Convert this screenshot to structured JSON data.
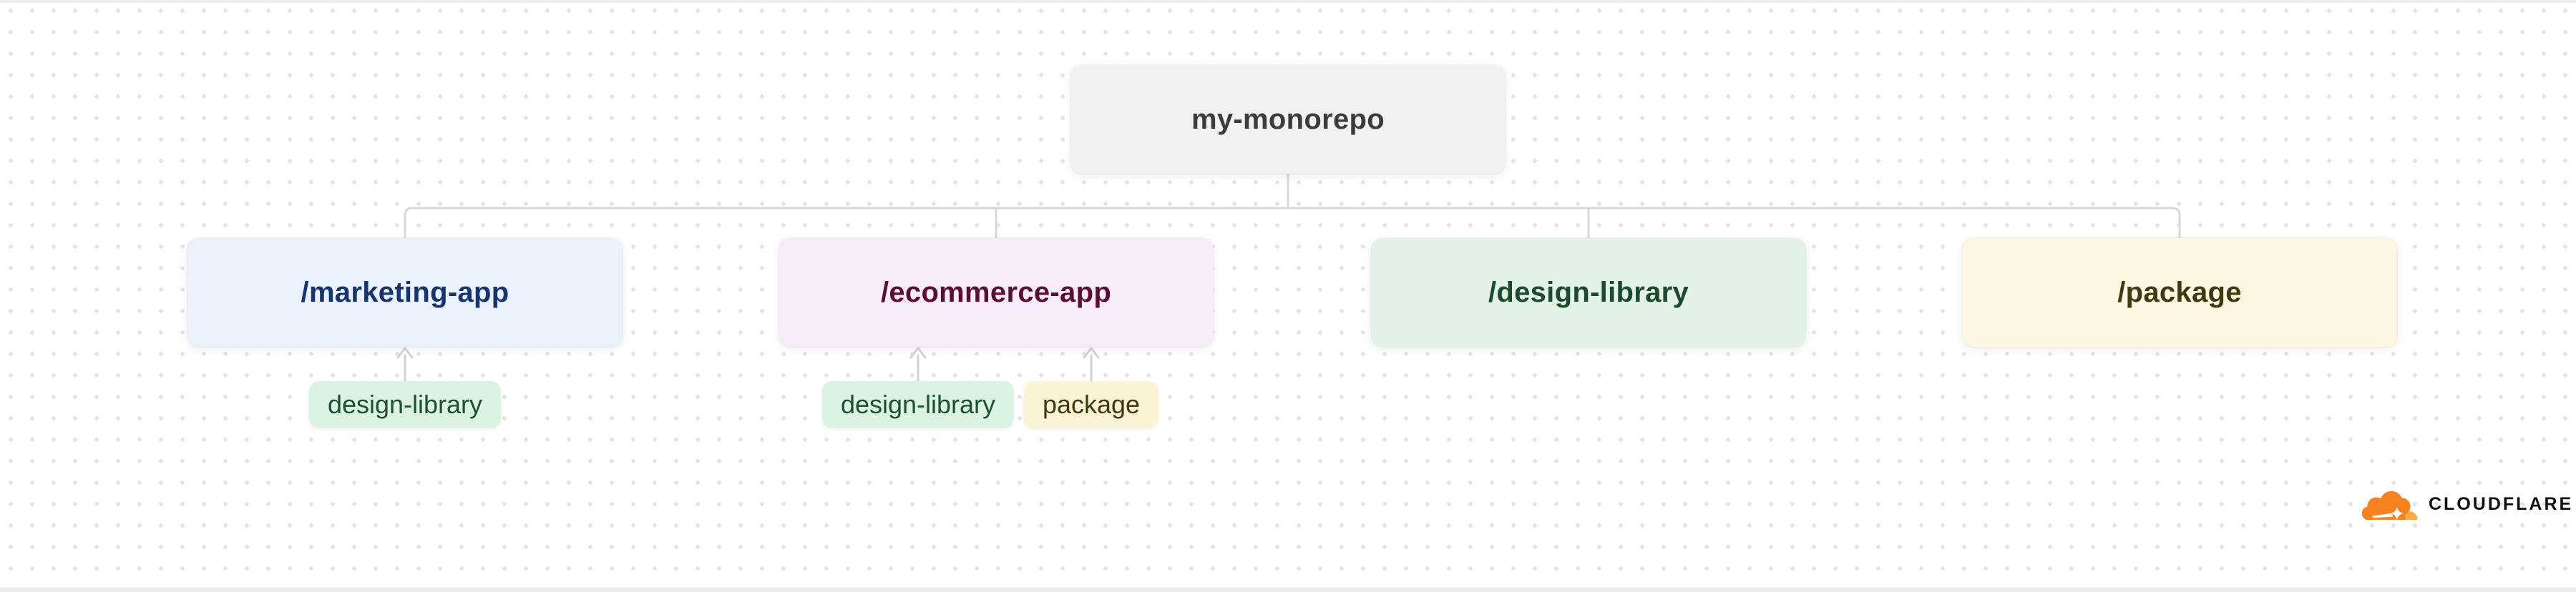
{
  "diagram": {
    "root": {
      "label": "my-monorepo"
    },
    "children": [
      {
        "label": "/marketing-app",
        "tags": [
          "design-library"
        ]
      },
      {
        "label": "/ecommerce-app",
        "tags": [
          "design-library",
          "package"
        ]
      },
      {
        "label": "/design-library",
        "tags": []
      },
      {
        "label": "/package",
        "tags": []
      }
    ]
  },
  "branding": {
    "logo_text": "CLOUDFLARE"
  },
  "colors": {
    "background": "#ffffff",
    "dot_grid": "#e3e3e3",
    "connector_line": "#d8d8d8",
    "root_node_bg": "#f1f1f1",
    "root_node_text": "#3c3c3c",
    "marketing_bg": "#eaf1fd",
    "marketing_text": "#16356e",
    "ecommerce_bg": "#f7ebf9",
    "ecommerce_text": "#5a0e33",
    "design_library_bg": "#e2f2e7",
    "design_library_text": "#1b4a2c",
    "package_bg": "#fdf6e2",
    "package_text": "#433910",
    "tag_green_bg": "#ddf3e2",
    "tag_green_text": "#1e5134",
    "tag_cream_bg": "#fcf3d7",
    "tag_cream_text": "#43390f",
    "cloudflare_orange": "#F6821F",
    "cloudflare_light_orange": "#FBAD41"
  }
}
